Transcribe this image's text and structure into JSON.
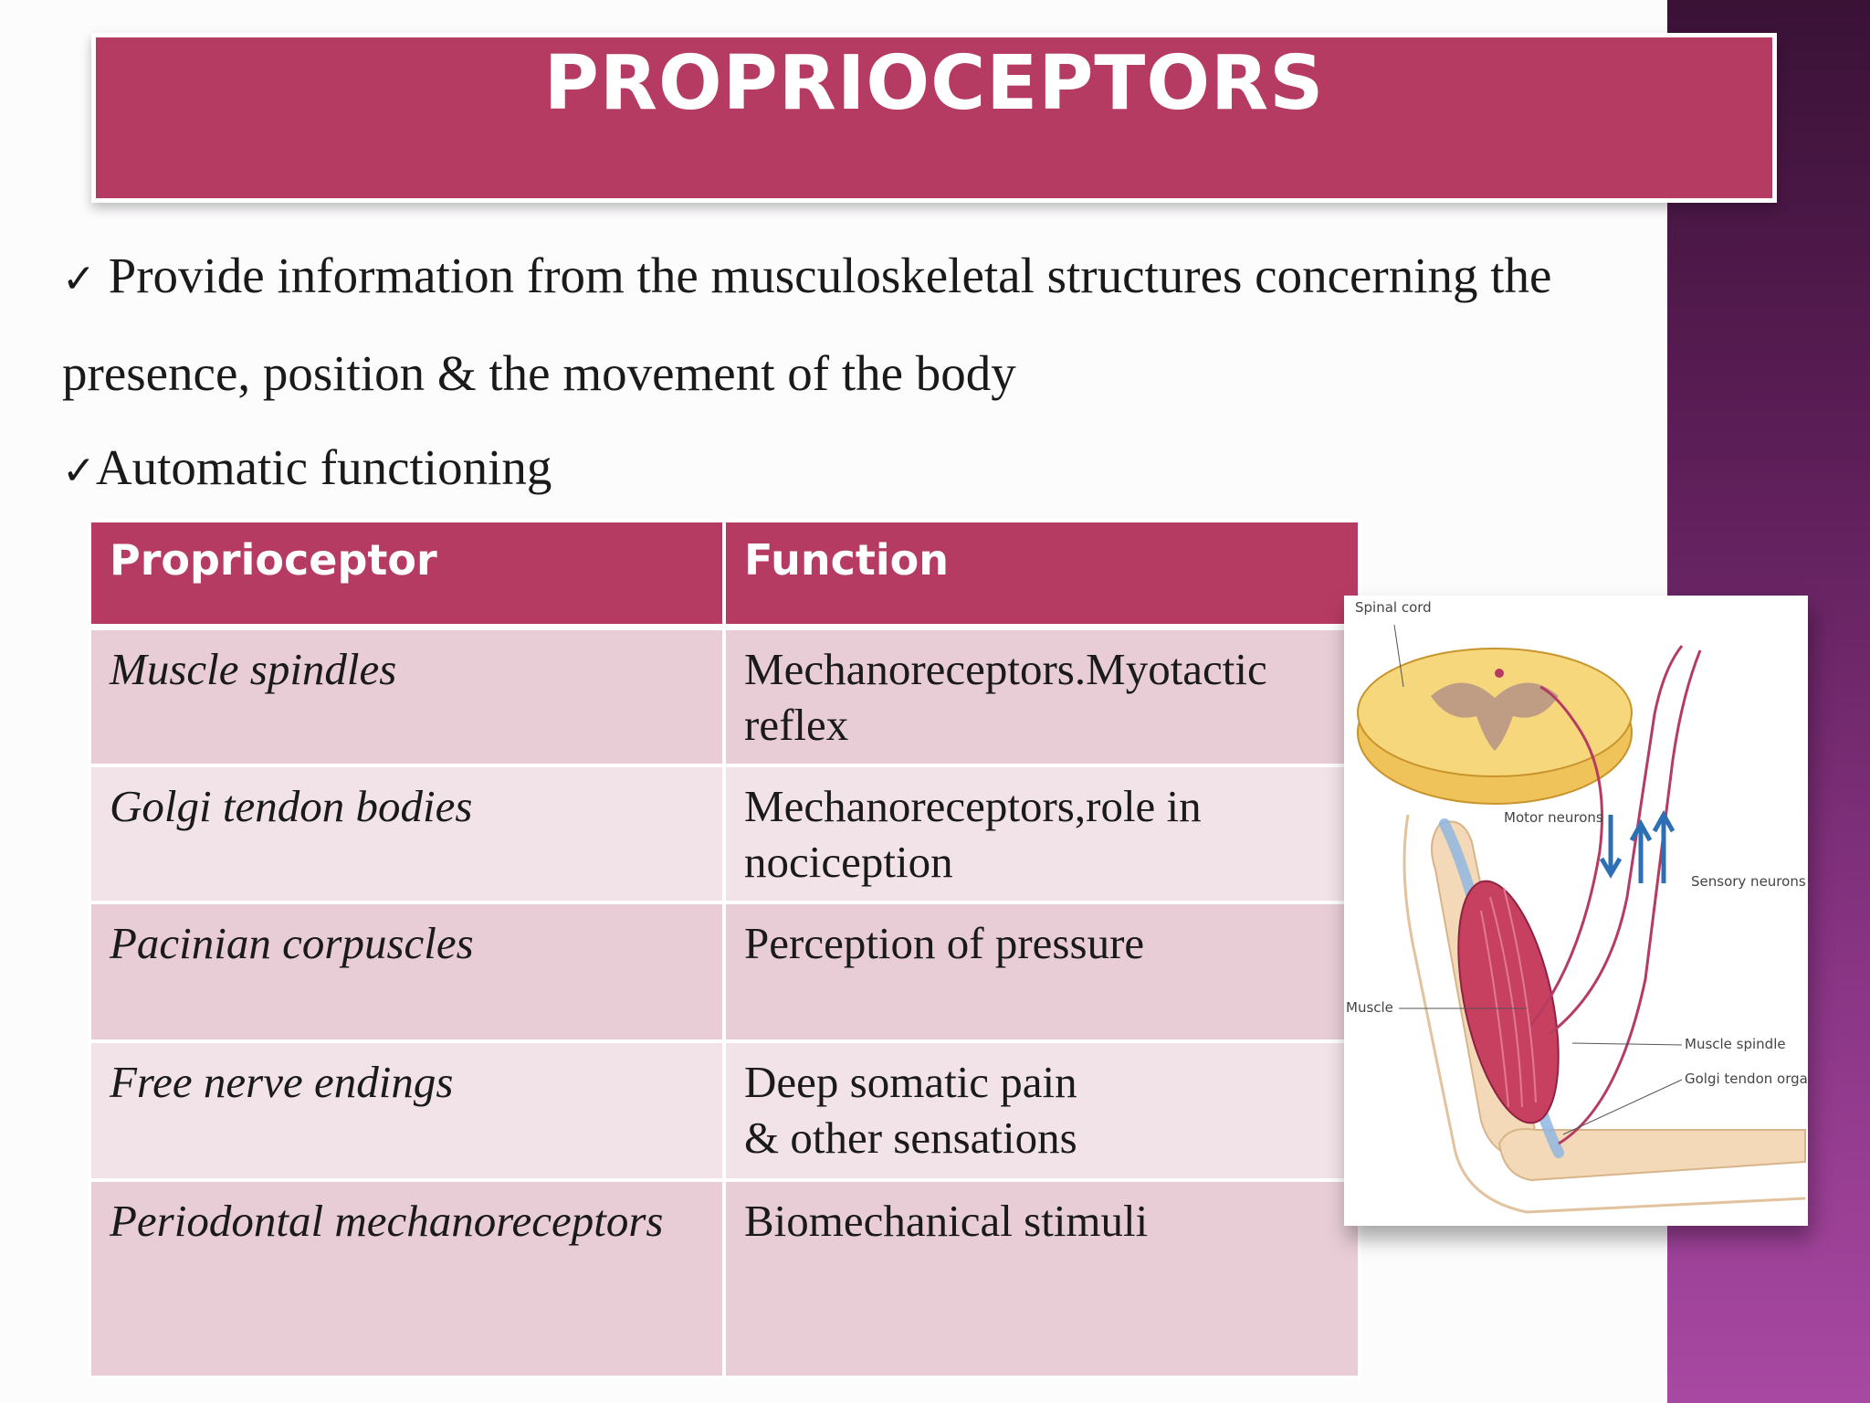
{
  "slide": {
    "title": "PROPRIOCEPTORS",
    "bullets": [
      {
        "check": "✓",
        "text": " Provide information from the musculoskeletal structures concerning the"
      },
      {
        "check": "",
        "text": "presence, position & the movement of the body"
      },
      {
        "check": "✓",
        "text": "Automatic functioning"
      }
    ]
  },
  "table": {
    "headers": [
      "Proprioceptor",
      "Function"
    ],
    "rows": [
      {
        "name": "Muscle spindles",
        "function": "Mechanoreceptors.Myotactic reflex"
      },
      {
        "name": "Golgi tendon bodies",
        "function": "Mechanoreceptors,role in nociception"
      },
      {
        "name": "Pacinian corpuscles",
        "function": "Perception of pressure"
      },
      {
        "name": "Free nerve endings",
        "function_line1": "Deep somatic pain",
        "function_line2": "& other sensations"
      },
      {
        "name": "Periodontal mechanoreceptors",
        "function": "Biomechanical stimuli"
      }
    ]
  },
  "figure": {
    "labels": {
      "spinal_cord": "Spinal cord",
      "motor_neurons": "Motor neurons",
      "sensory_neurons": "Sensory neurons",
      "muscle": "Muscle",
      "muscle_spindle": "Muscle spindle",
      "golgi_tendon_organ": "Golgi tendon organ"
    }
  },
  "colors": {
    "accent": "#b63b63",
    "row_dark": "#e8cdd6",
    "row_light": "#f2e3e8",
    "side_band": "#8a3585"
  }
}
